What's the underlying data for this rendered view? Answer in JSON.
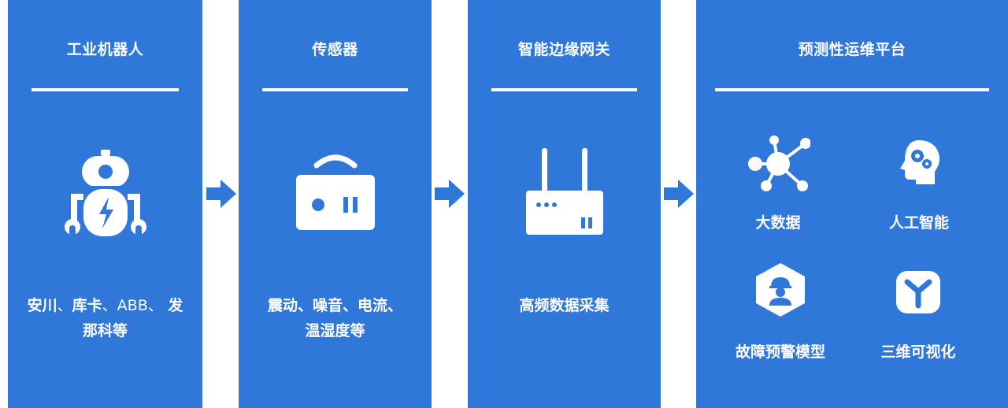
{
  "colors": {
    "panel": "#2f78d9",
    "arrow": "#2f78d9",
    "icon": "#ffffff"
  },
  "panels": [
    {
      "title": "工业机器人",
      "icon": "robot-icon",
      "desc_line1_a": "安川",
      "desc_line1_sep1": "、",
      "desc_line1_b": "库卡",
      "desc_line1_sep2": "、ABB、",
      "desc_line1_c": " 发",
      "desc_line2": "那科等"
    },
    {
      "title": "传感器",
      "icon": "sensor-icon",
      "desc_line1": "震动、噪音、电流、",
      "desc_line2": "温湿度等"
    },
    {
      "title": "智能边缘网关",
      "icon": "gateway-icon",
      "desc_line1": "高频数据采集"
    },
    {
      "title": "预测性运维平台",
      "features": [
        {
          "label": "大数据",
          "icon": "network-nodes-icon"
        },
        {
          "label": "人工智能",
          "icon": "brain-gears-icon"
        },
        {
          "label": "故障预警模型",
          "icon": "worker-hexagon-icon"
        },
        {
          "label": "三维可视化",
          "icon": "cube-3d-icon"
        }
      ]
    }
  ],
  "arrows": [
    "arrow-right-icon",
    "arrow-right-icon",
    "arrow-right-icon"
  ]
}
